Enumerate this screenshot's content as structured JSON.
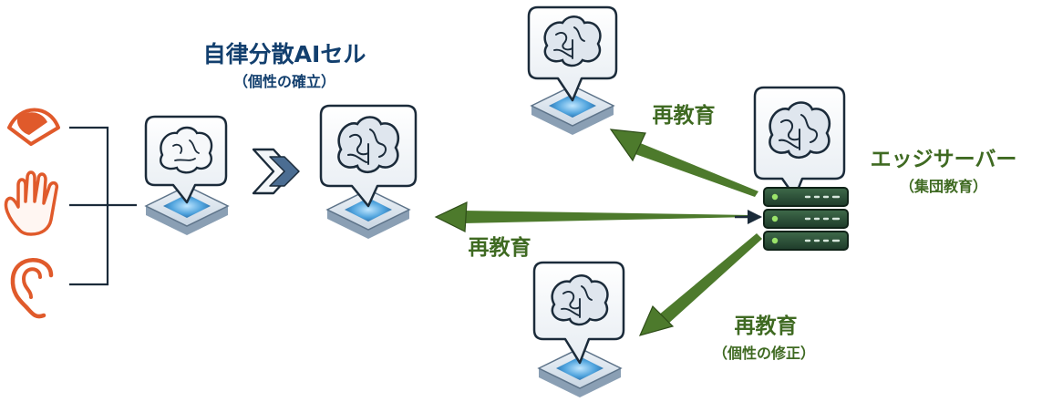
{
  "autonomous_cell": {
    "title": "自律分散AIセル",
    "subtitle": "（個性の確立）"
  },
  "edge_server": {
    "title": "エッジサーバー",
    "subtitle": "（集団教育）"
  },
  "arrows": {
    "to_top": "再教育",
    "to_center": "再教育",
    "to_bottom": "再教育",
    "to_bottom_sub": "（個性の修正）"
  },
  "sensors": [
    "eye-icon",
    "hand-icon",
    "ear-icon"
  ],
  "colors": {
    "navy": "#123f6e",
    "green": "#3f6a22",
    "arrow_green": "#4d7a2c",
    "sensor_orange": "#e05a2b",
    "pad_blue": "#4fa3dd"
  }
}
